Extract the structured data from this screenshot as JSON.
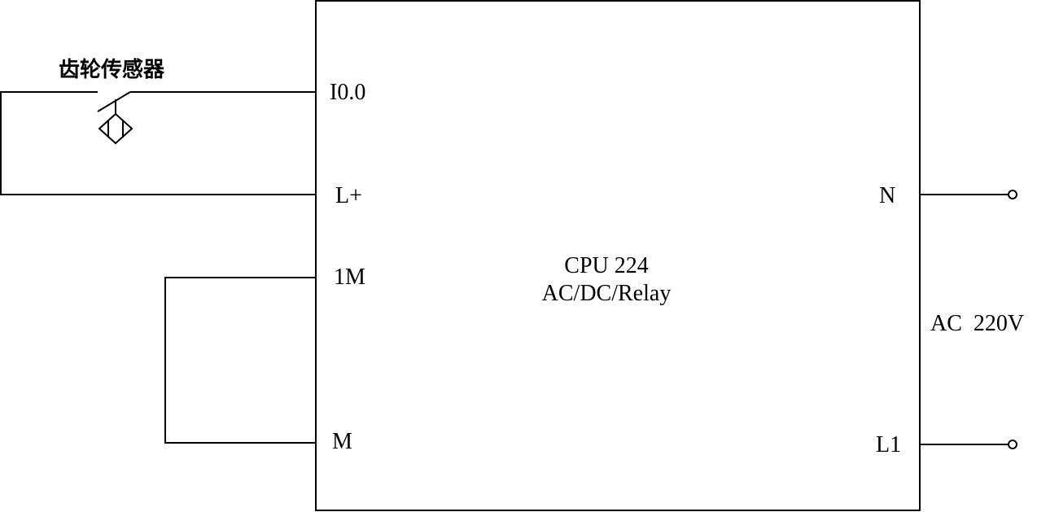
{
  "sensor": {
    "label": "齿轮传感器",
    "icon": "proximity-sensor-icon"
  },
  "plc": {
    "model": "CPU 224",
    "type": "AC/DC/Relay"
  },
  "terminals_left": {
    "input": "I0.0",
    "supply_positive": "L+",
    "common": "1M",
    "ground": "M"
  },
  "terminals_right": {
    "neutral": "N",
    "line": "L1"
  },
  "power": {
    "label": "AC  220V"
  }
}
